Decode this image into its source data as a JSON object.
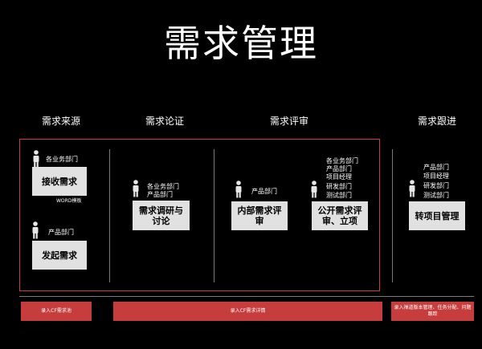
{
  "title": "需求管理",
  "stages": [
    "需求来源",
    "需求论证",
    "需求评审",
    "需求跟进"
  ],
  "nodes": {
    "receive": {
      "label": "接收需求",
      "dept": [
        "各业务部门"
      ],
      "note": "WORD模板"
    },
    "initiate": {
      "label": "发起需求",
      "dept": [
        "产品部门"
      ]
    },
    "research": {
      "label": "需求调研与讨论",
      "dept": [
        "各业务部门",
        "产品部门"
      ]
    },
    "internal_review": {
      "label": "内部需求评审",
      "dept": [
        "产品部门"
      ]
    },
    "public_review": {
      "label": "公开需求评审、立项",
      "dept": [
        "各业务部门",
        "产品部门",
        "项目经理",
        "研发部门",
        "测试部门"
      ]
    },
    "transfer": {
      "label": "转项目管理",
      "dept": [
        "产品部门",
        "项目经理",
        "研发部门",
        "测试部门"
      ]
    }
  },
  "bars": [
    "录入CF需求池",
    "录入CF需求详情",
    "录入禅道版本管理、任务分配、问题跟踪"
  ],
  "colors": {
    "background": "#000000",
    "accent_red": "#c73d3d",
    "box_fill": "#e1e1e1",
    "divider": "#7a7a7a"
  },
  "icons": {
    "person": "person-icon"
  }
}
